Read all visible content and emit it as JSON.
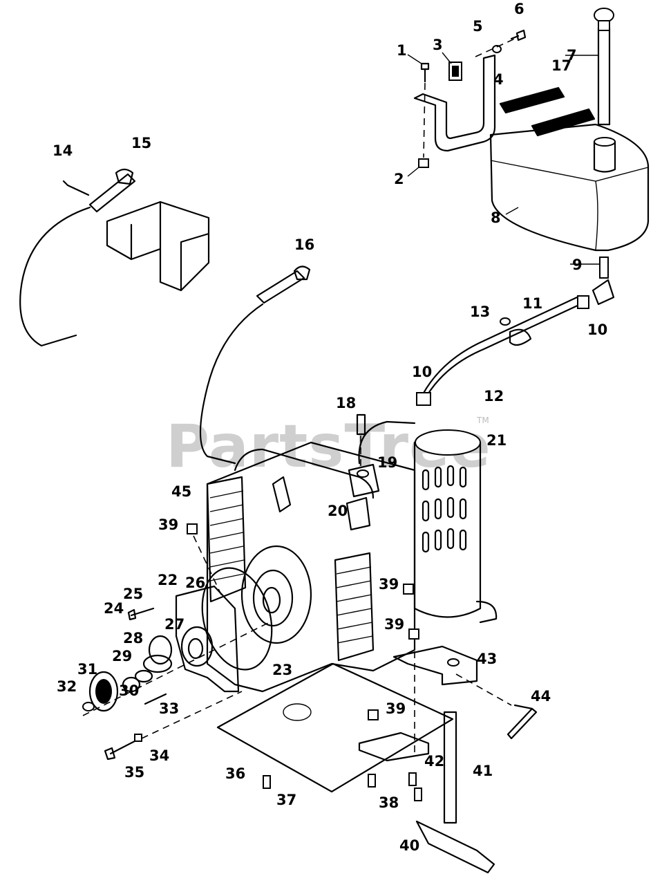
{
  "watermark": {
    "text": "PartsTree",
    "tm": "TM"
  },
  "callouts": [
    "1",
    "2",
    "3",
    "4",
    "5",
    "6",
    "7",
    "8",
    "9",
    "10",
    "10",
    "11",
    "12",
    "13",
    "14",
    "15",
    "16",
    "17",
    "18",
    "19",
    "20",
    "21",
    "22",
    "23",
    "24",
    "25",
    "26",
    "27",
    "28",
    "29",
    "30",
    "31",
    "32",
    "33",
    "34",
    "35",
    "36",
    "37",
    "38",
    "39",
    "39",
    "39",
    "39",
    "40",
    "41",
    "42",
    "43",
    "44",
    "45"
  ]
}
